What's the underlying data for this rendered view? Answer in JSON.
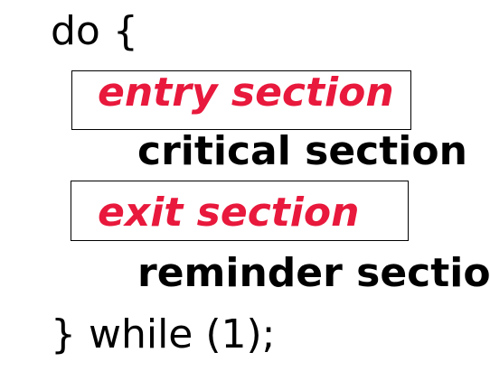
{
  "code": {
    "open_line": "do {",
    "entry": "entry section",
    "critical": "critical section",
    "exit": "exit section",
    "remainder": "reminder section",
    "close_line": "} while (1);"
  },
  "colors": {
    "accent": "#e8193c",
    "text": "#000000",
    "box_border": "#000000",
    "background": "#ffffff"
  }
}
